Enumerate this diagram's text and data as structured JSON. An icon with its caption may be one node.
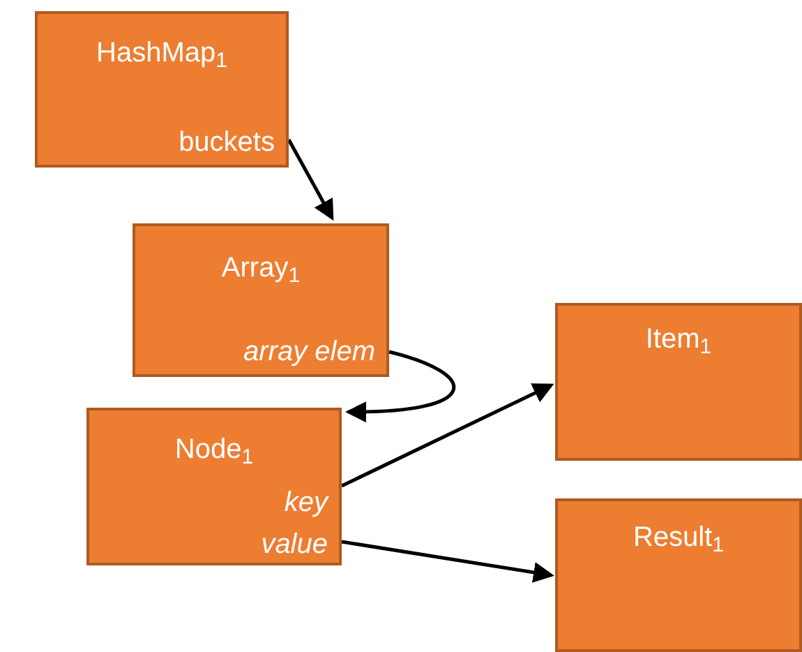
{
  "diagram": {
    "nodes": [
      {
        "text": [
          "HashMap$_{1}$",
          "buckets"
        ]
      },
      {
        "text": [
          "Array$_{1}$",
          "array elem"
        ]
      },
      {
        "text": [
          "Node$_{1}$",
          "key",
          "value"
        ]
      },
      {
        "text": [
          "Item$_{1}$"
        ]
      },
      {
        "text": [
          "Result$_{1}$"
        ]
      }
    ],
    "edges": [
      {
        "from": 0,
        "to": 1,
        "arrow": "to"
      },
      {
        "from": 1,
        "to": 2,
        "arrow": "to"
      },
      {
        "from": 2,
        "to": 3,
        "arrow": "to"
      },
      {
        "from": 2,
        "to": 4,
        "arrow": "to"
      }
    ]
  }
}
